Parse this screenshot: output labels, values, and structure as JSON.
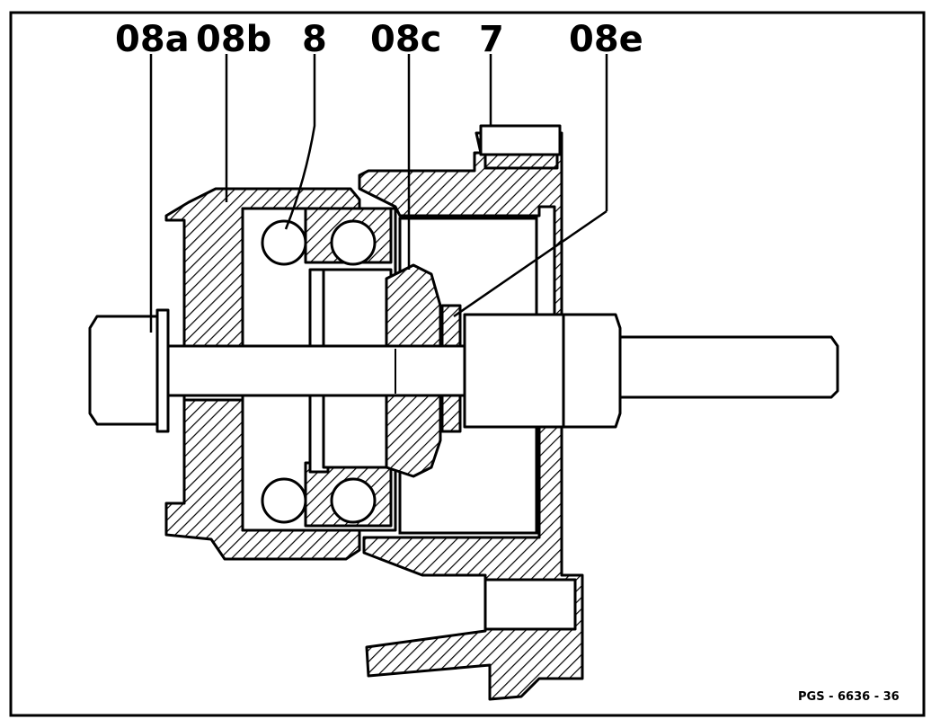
{
  "labels": {
    "08a": "08a",
    "08b": "08b",
    "8": "8",
    "08c": "08c",
    "7": "7",
    "08e": "08e"
  },
  "reference_code": "PGS - 6636 - 36"
}
